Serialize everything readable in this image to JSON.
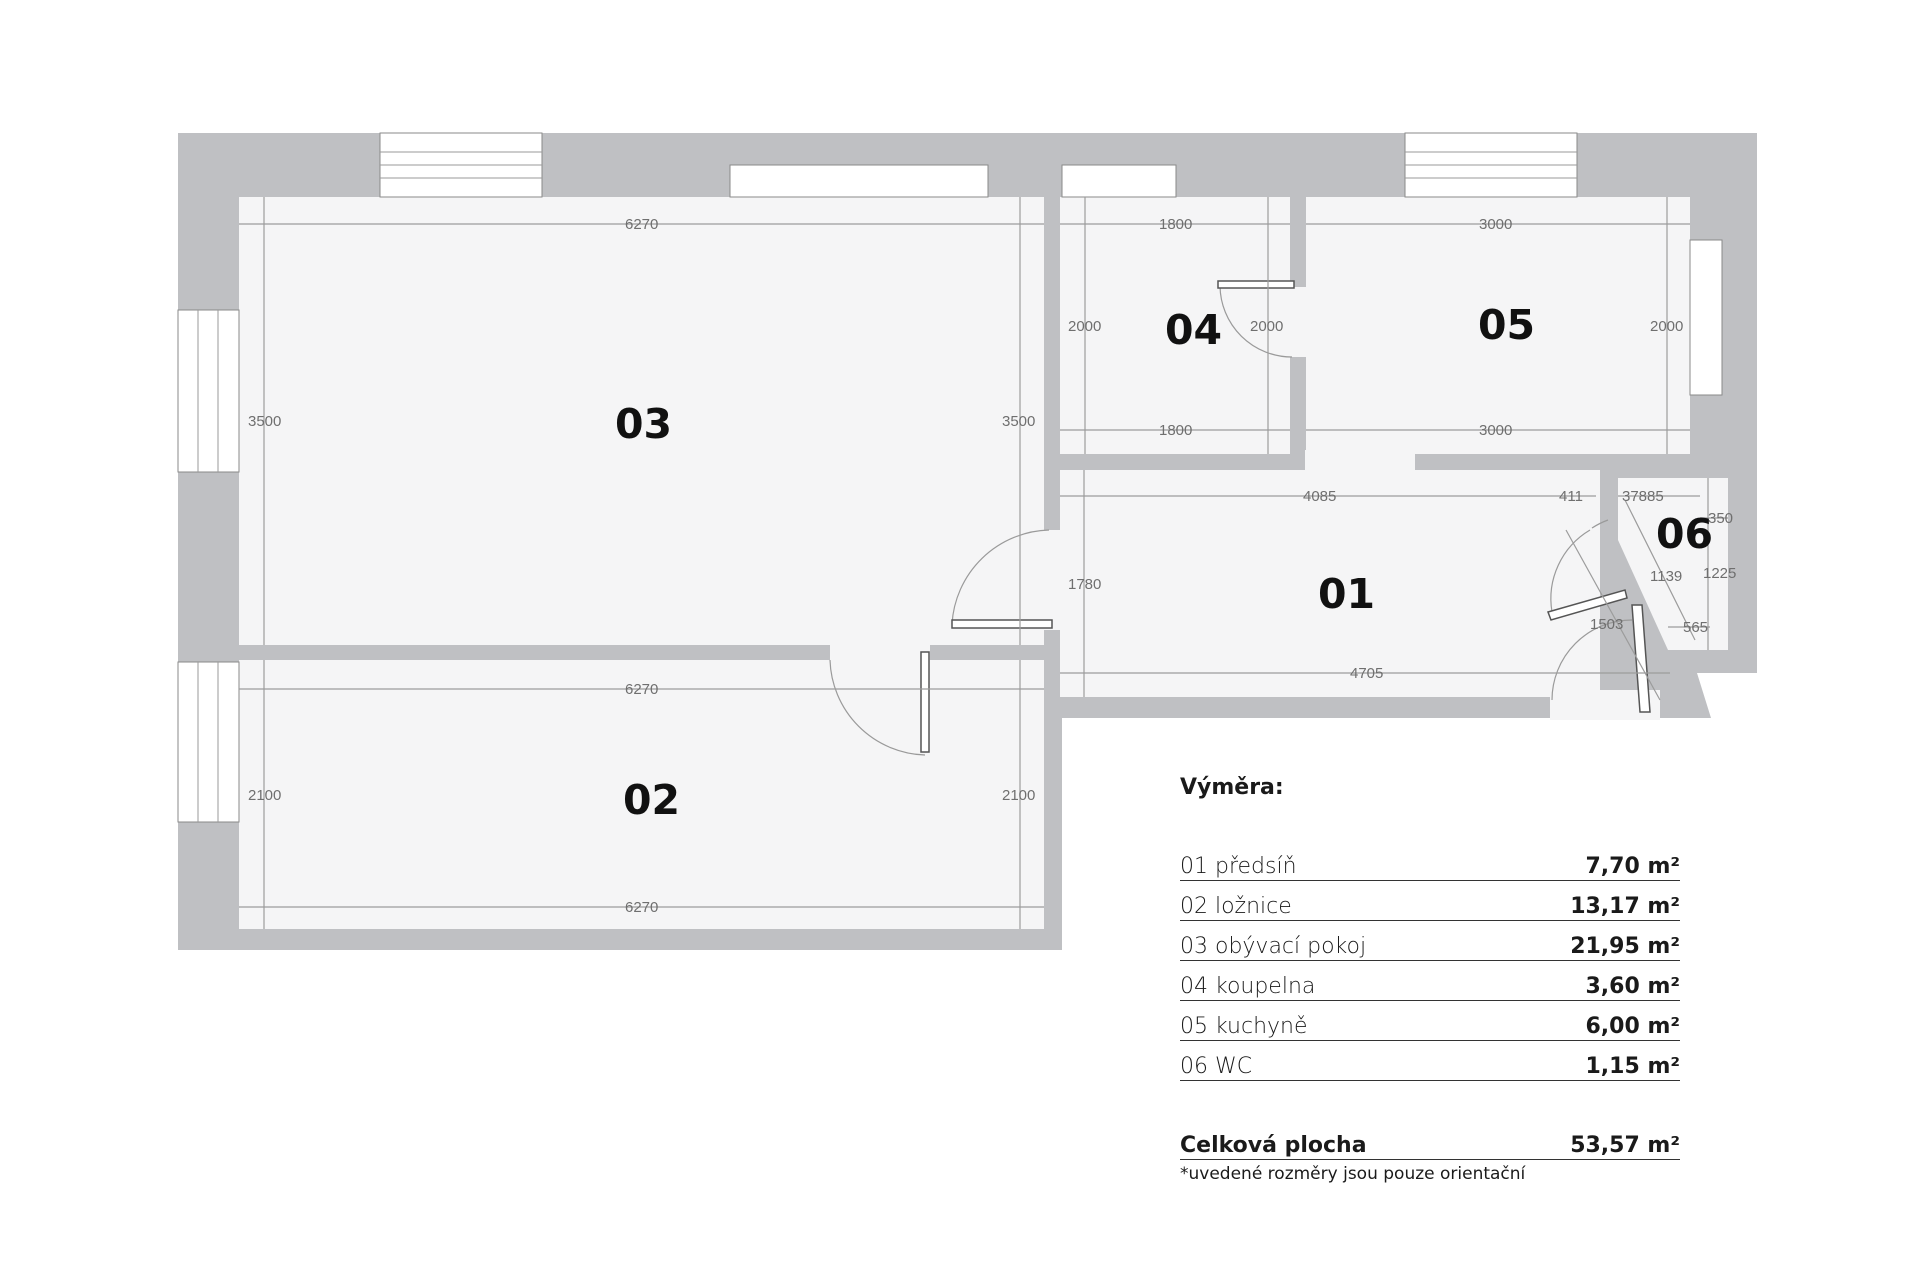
{
  "rooms": {
    "r01": "01",
    "r02": "02",
    "r03": "03",
    "r04": "04",
    "r05": "05",
    "r06": "06"
  },
  "dimensions": {
    "r03_top": "6270",
    "r03_left": "3500",
    "r03_right": "3500",
    "r02_top": "6270",
    "r02_bottom": "6270",
    "r02_left": "2100",
    "r02_right": "2100",
    "r04_top": "1800",
    "r04_bottom": "1800",
    "r04_left": "2000",
    "r04_right": "2000",
    "r05_top": "3000",
    "r05_bottom": "3000",
    "r05_right": "2000",
    "r01_top": "4085",
    "r01_top2": "411",
    "r01_bottom": "4705",
    "r01_left": "1780",
    "r01_diag": "1503",
    "r06_top": "37885",
    "r06_top2": "350",
    "r06_side": "1225",
    "r06_diag": "1139",
    "r06_bottom": "565"
  },
  "areas": {
    "title": "Výměra:",
    "rows": [
      {
        "label": "01 předsíň",
        "value": "7,70 m²"
      },
      {
        "label": "02 ložnice",
        "value": "13,17 m²"
      },
      {
        "label": "03 obývací pokoj",
        "value": "21,95 m²"
      },
      {
        "label": "04 koupelna",
        "value": "3,60 m²"
      },
      {
        "label": "05 kuchyně",
        "value": "6,00 m²"
      },
      {
        "label": "06 WC",
        "value": "1,15 m²"
      }
    ],
    "total_label": "Celková plocha",
    "total_value": "53,57 m²",
    "note": "*uvedené rozměry jsou pouze orientační"
  },
  "colors": {
    "wall": "#bfc0c3",
    "floor": "#f5f5f6",
    "text": "#111111"
  }
}
